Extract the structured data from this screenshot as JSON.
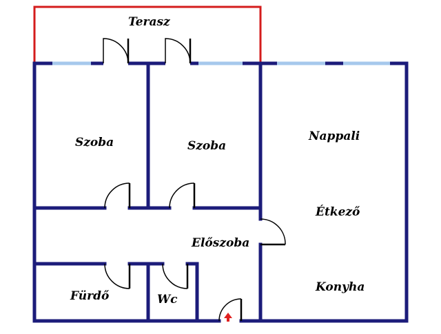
{
  "colors": {
    "wall": "#1c1c7a",
    "window": "#a6c8ec",
    "terrace_outline": "#d41c1c",
    "door_line": "#000000",
    "entrance_arrow": "#e02020",
    "background": "#ffffff"
  },
  "rooms": {
    "terrace": "Terasz",
    "room_left": "Szoba",
    "room_middle": "Szoba",
    "living": "Nappali",
    "dining": "Étkező",
    "hall": "Előszoba",
    "bath": "Fürdő",
    "wc": "Wc",
    "kitchen": "Konyha"
  },
  "icons": {
    "entrance": "up-arrow-icon"
  }
}
